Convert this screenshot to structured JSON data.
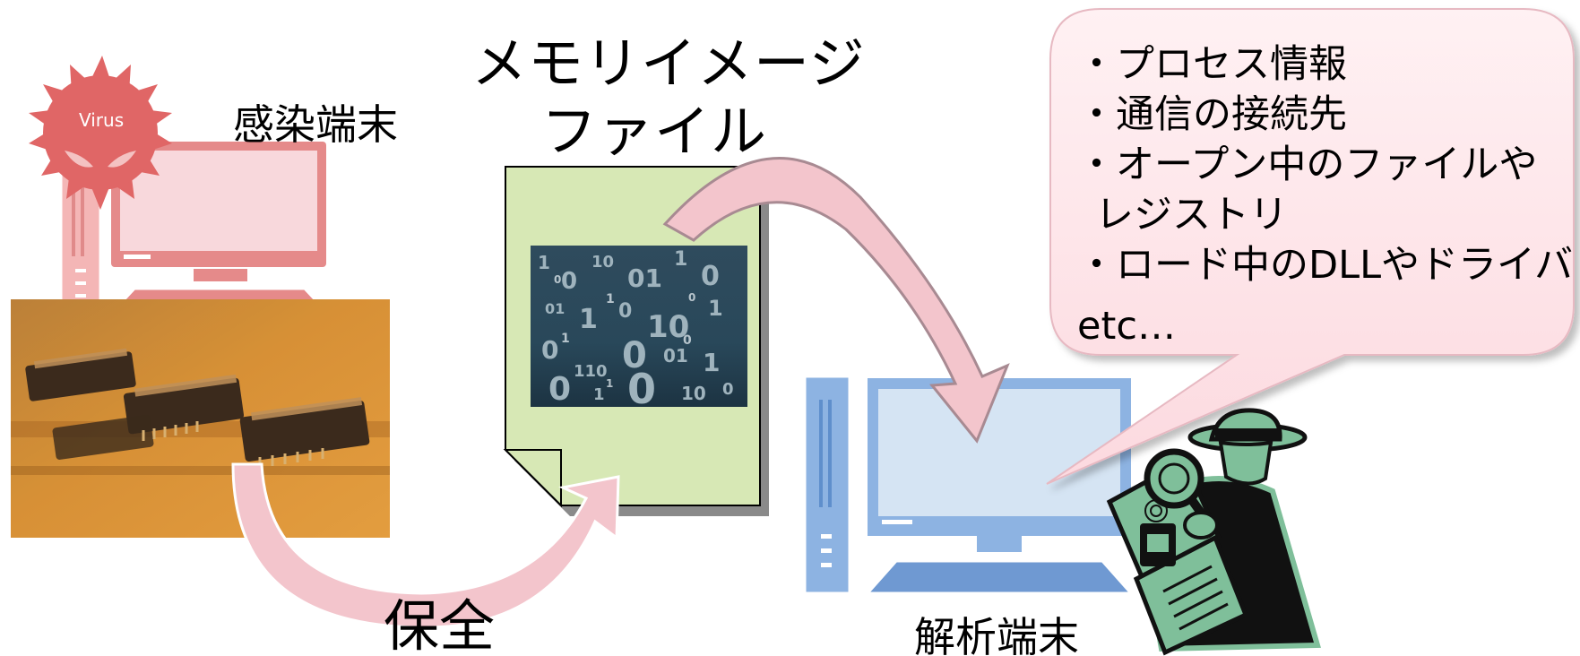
{
  "labels": {
    "infected_terminal": "感染端末",
    "memory_image_line1": "メモリイメージ",
    "memory_image_line2": "ファイル",
    "preserve": "保全",
    "analysis_terminal": "解析端末",
    "virus": "Virus"
  },
  "bubble": {
    "items": [
      "・プロセス情報",
      "・通信の接続先",
      "・オープン中のファイルや",
      "レジストリ",
      "・ロード中のDLLやドライバ"
    ],
    "etc": "etc…"
  },
  "icons": {
    "virus": "virus-icon",
    "infected_computer": "desktop-computer-icon",
    "memory_chips": "memory-chip-photo",
    "document": "document-file-icon",
    "binary_image": "binary-data-image",
    "analysis_computer": "desktop-computer-icon",
    "investigator": "detective-with-magnifier-icon",
    "arrows": "curved-arrow-icon"
  },
  "colors": {
    "virus_red": "#E06666",
    "infected_pc_pink": "#F4B6B6",
    "analysis_pc_blue": "#8DB3E2",
    "document_green": "#D7E8B5",
    "arrow_pink": "#F3C5CC",
    "bubble_pink": "#FDE4E8",
    "detective_green": "#7FBF9A"
  }
}
